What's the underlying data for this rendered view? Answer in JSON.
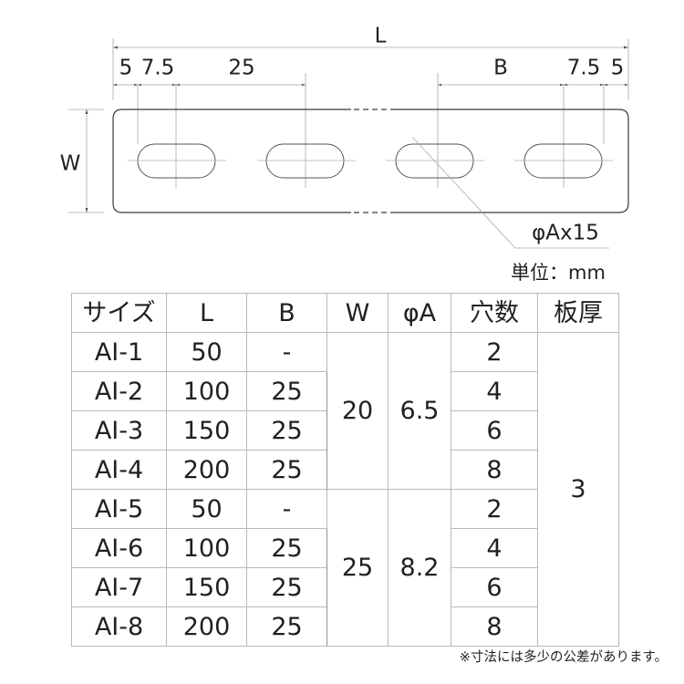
{
  "drawing": {
    "dimension_labels": {
      "overall_length": "L",
      "end_margin_left": "5",
      "half_slot_left": "7.5",
      "slot_pitch": "25",
      "pitch_var": "B",
      "half_slot_right": "7.5",
      "end_margin_right": "5",
      "width": "W",
      "hole_callout": "φAx15"
    },
    "unit_label": "単位：mm"
  },
  "table": {
    "headers": [
      "サイズ",
      "L",
      "B",
      "W",
      "φA",
      "穴数",
      "板厚"
    ],
    "rows": [
      {
        "size": "AI-1",
        "L": "50",
        "B": "-",
        "holes": "2"
      },
      {
        "size": "AI-2",
        "L": "100",
        "B": "25",
        "holes": "4"
      },
      {
        "size": "AI-3",
        "L": "150",
        "B": "25",
        "holes": "6"
      },
      {
        "size": "AI-4",
        "L": "200",
        "B": "25",
        "holes": "8"
      },
      {
        "size": "AI-5",
        "L": "50",
        "B": "-",
        "holes": "2"
      },
      {
        "size": "AI-6",
        "L": "100",
        "B": "25",
        "holes": "4"
      },
      {
        "size": "AI-7",
        "L": "150",
        "B": "25",
        "holes": "6"
      },
      {
        "size": "AI-8",
        "L": "200",
        "B": "25",
        "holes": "8"
      }
    ],
    "groups": [
      {
        "W": "20",
        "phiA": "6.5"
      },
      {
        "W": "25",
        "phiA": "8.2"
      }
    ],
    "thickness": "3"
  },
  "footnote": "※寸法には多少の公差があります。",
  "colors": {
    "line": "#231f20",
    "thin_line": "#a6a6a6",
    "table_border": "#b9b9b9"
  }
}
